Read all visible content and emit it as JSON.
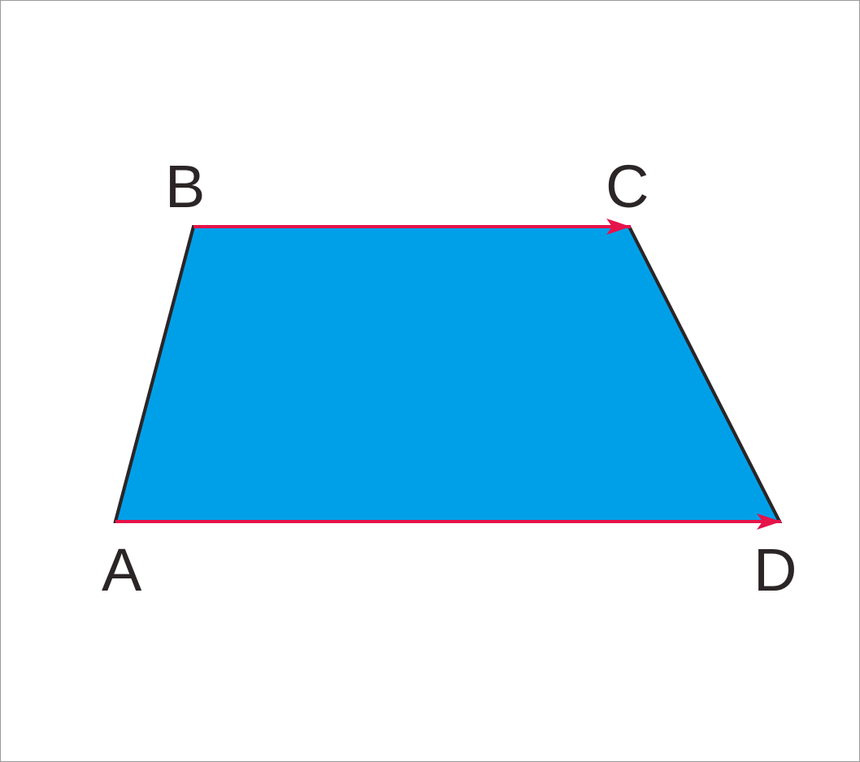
{
  "diagram": {
    "vertices": [
      {
        "id": "A",
        "label": "A"
      },
      {
        "id": "B",
        "label": "B"
      },
      {
        "id": "C",
        "label": "C"
      },
      {
        "id": "D",
        "label": "D"
      }
    ],
    "edges": [
      {
        "from": "A",
        "to": "B",
        "kind": "segment"
      },
      {
        "from": "B",
        "to": "C",
        "kind": "vector"
      },
      {
        "from": "C",
        "to": "D",
        "kind": "segment"
      },
      {
        "from": "A",
        "to": "D",
        "kind": "vector"
      }
    ],
    "colors": {
      "fill": "#00a0e9",
      "outline": "#2b2526",
      "vector": "#e5134a",
      "label": "#2b2526",
      "frame": "#9a9a9a"
    }
  }
}
